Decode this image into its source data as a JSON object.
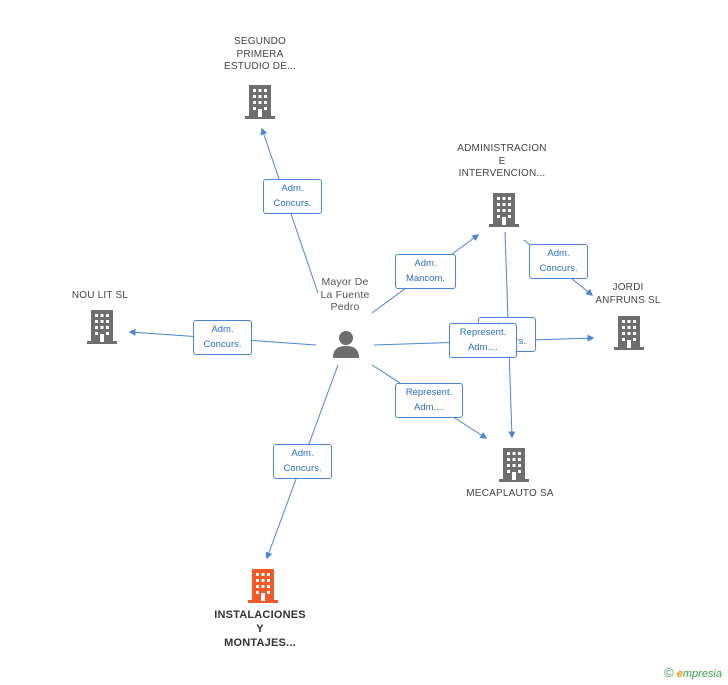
{
  "colors": {
    "edge": "#4a86d4",
    "building": "#6e6e6e",
    "building_main": "#f05a28",
    "person": "#6e6e6e"
  },
  "person": {
    "name_lines": [
      "Mayor De",
      "La Fuente",
      "Pedro"
    ],
    "icon": "person-icon"
  },
  "companies": {
    "segundo": {
      "lines": [
        "SEGUNDO",
        "PRIMERA",
        "ESTUDIO DE..."
      ],
      "icon": "building-icon"
    },
    "administracion": {
      "lines": [
        "ADMINISTRACION",
        "E",
        "INTERVENCION..."
      ],
      "icon": "building-icon"
    },
    "noulit": {
      "lines": [
        "NOU LIT SL"
      ],
      "icon": "building-icon"
    },
    "jordi": {
      "lines": [
        "JORDI",
        "ANFRUNS SL"
      ],
      "icon": "building-icon"
    },
    "mecaplauto": {
      "lines": [
        "MECAPLAUTO SA"
      ],
      "icon": "building-icon"
    },
    "instalaciones": {
      "lines": [
        "INSTALACIONES",
        "Y",
        "MONTAJES..."
      ],
      "icon": "building-icon"
    }
  },
  "edges": {
    "segundo": [
      "Adm.",
      "Concurs."
    ],
    "administracion": [
      "Adm.",
      "Mancom."
    ],
    "admin_jordi": [
      "Adm.",
      "Concurs."
    ],
    "noulit": [
      "Adm.",
      "Concurs."
    ],
    "jordi_under": [
      "Adm.",
      "Concurs."
    ],
    "jordi_over": [
      "Represent.",
      "Adm...."
    ],
    "mecaplauto": [
      "Represent.",
      "Adm...."
    ],
    "instalaciones": [
      "Adm.",
      "Concurs."
    ]
  },
  "footer": {
    "copyright": "©",
    "brand_initial": "e",
    "brand_rest": "mpresia"
  }
}
